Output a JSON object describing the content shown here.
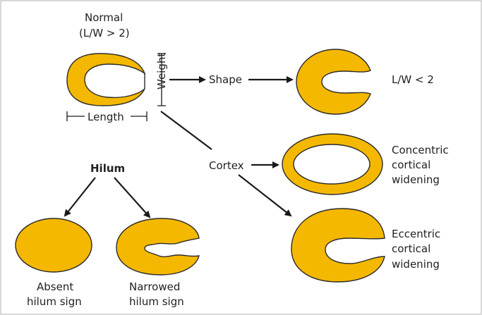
{
  "labels": {
    "normal_line1": "Normal",
    "normal_line2": "(L/W > 2)",
    "weight": "Weight",
    "length": "Length",
    "shape": "Shape",
    "lw_less": "L/W < 2",
    "cortex": "Cortex",
    "concentric_line1": "Concentric",
    "concentric_line2": "cortical",
    "concentric_line3": "widening",
    "eccentric_line1": "Eccentric",
    "eccentric_line2": "cortical",
    "eccentric_line3": "widening",
    "hilum": "Hilum",
    "absent_line1": "Absent",
    "absent_line2": "hilum sign",
    "narrowed_line1": "Narrowed",
    "narrowed_line2": "hilum sign"
  },
  "colors": {
    "node_fill": "#f5b800",
    "outline": "#2a2a2a",
    "border": "#bdbdbd"
  }
}
